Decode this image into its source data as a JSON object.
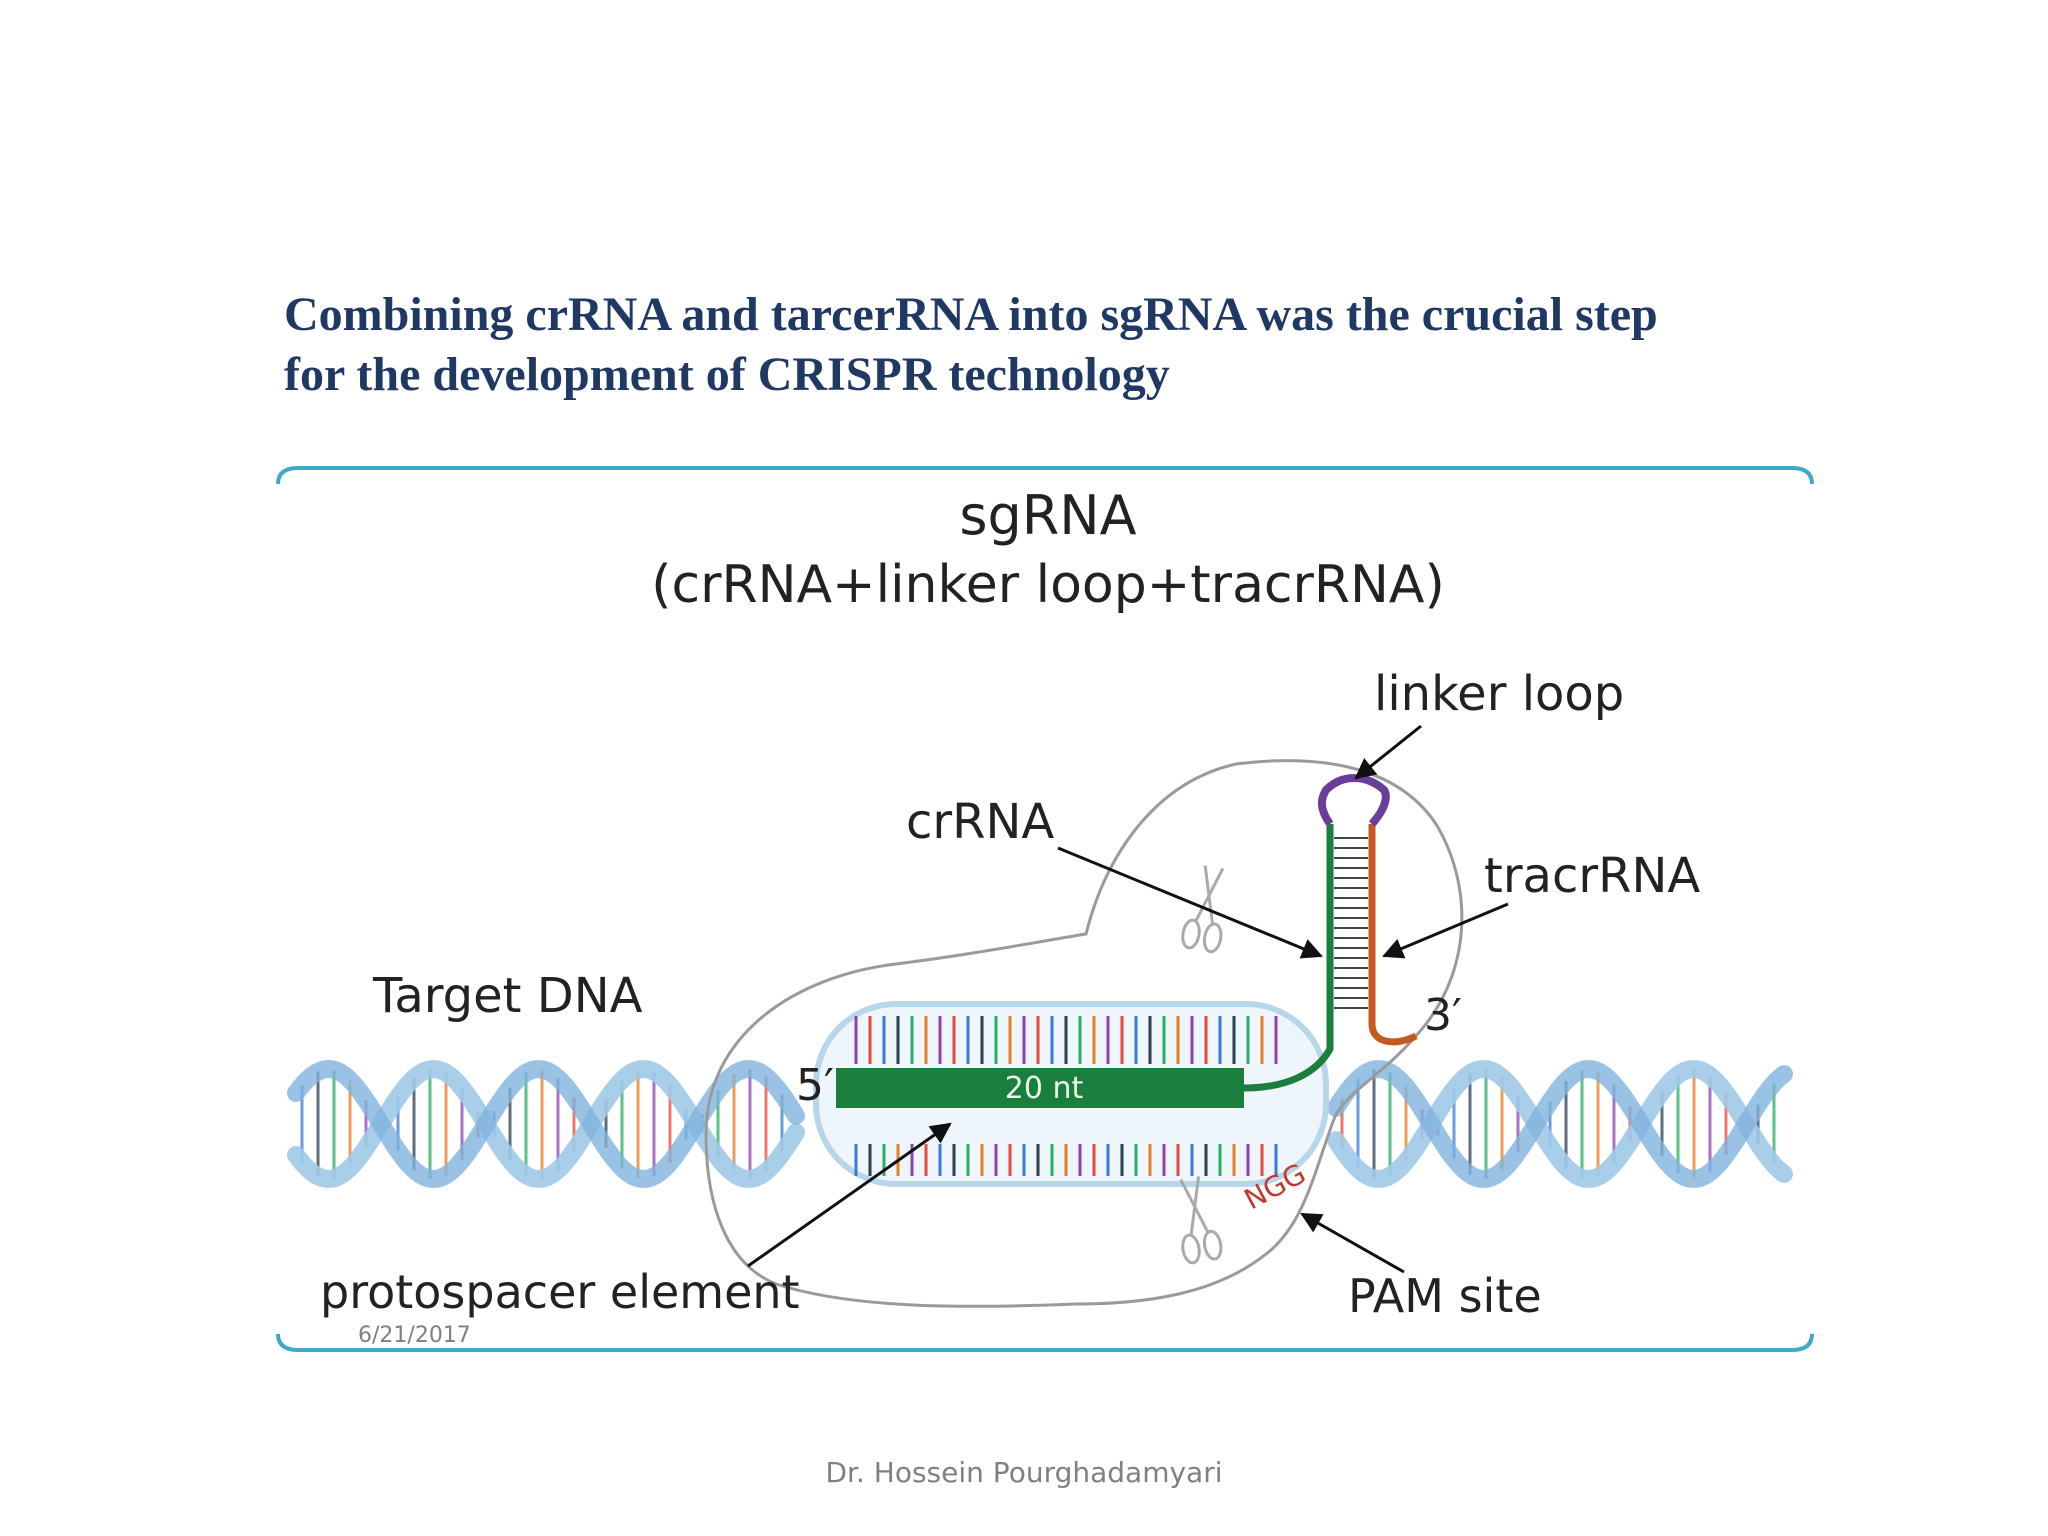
{
  "title": {
    "line1": "Combining crRNA and tarcerRNA into sgRNA was the crucial step",
    "line2": "for the development of CRISPR technology"
  },
  "figure": {
    "heading": "sgRNA",
    "subheading": "(crRNA+linker loop+tracrRNA)",
    "labels": {
      "linker_loop": "linker loop",
      "crrna": "crRNA",
      "tracrrna": "tracrRNA",
      "target_dna": "Target DNA",
      "five_prime": "5′",
      "three_prime": "3′",
      "twenty_nt": "20 nt",
      "ngg": "NGG",
      "protospacer": "protospacer element",
      "pam_site": "PAM site",
      "date": "6/21/2017"
    },
    "colors": {
      "frame": "#3fa9c9",
      "crrna": "#1a7f3c",
      "tracrrna": "#c65a1e",
      "loop": "#6a3d9a",
      "dna": "#9fc9e8",
      "ngg": "#c0392b"
    }
  },
  "footer": "Dr. Hossein Pourghadamyari"
}
